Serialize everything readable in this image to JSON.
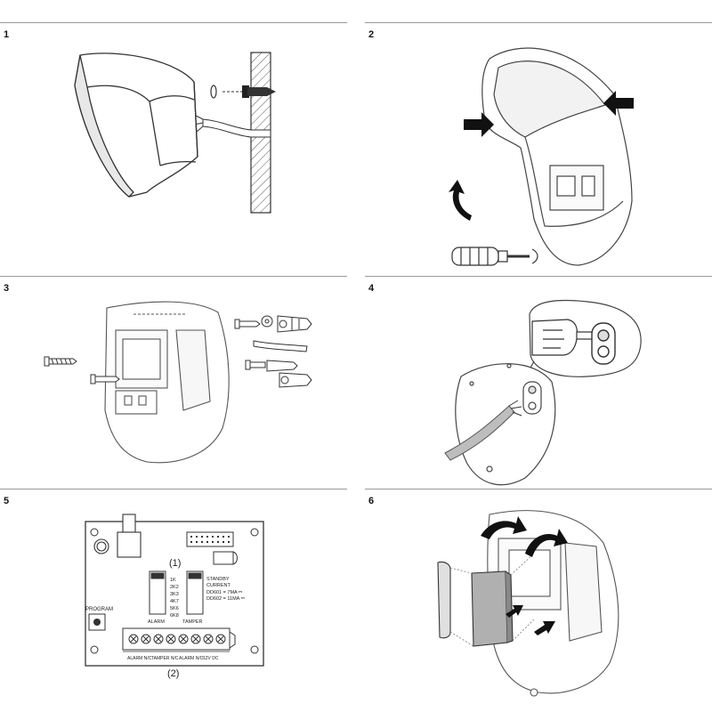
{
  "steps": [
    {
      "number": "1"
    },
    {
      "number": "2"
    },
    {
      "number": "3"
    },
    {
      "number": "4"
    },
    {
      "number": "5"
    },
    {
      "number": "6"
    }
  ],
  "board": {
    "program_label": "PROGRAM",
    "callout_1": "(1)",
    "callout_2": "(2)",
    "resistor_values": [
      "1K",
      "2K2",
      "3K3",
      "4K7",
      "5K6",
      "6K8"
    ],
    "standby_label": "STANDBY",
    "current_label": "CURRENT",
    "dd601_current": "DD601 = 7MA ⎓",
    "dd602_current": "DD602 = 11MA ⎓",
    "alarm_jumper_label": "ALARM",
    "tamper_jumper_label": "TAMPER",
    "terminal_labels": {
      "alarm_nc": "ALARM N/C",
      "tamper_nc": "TAMPER N/C",
      "alarm_no": "ALARM N/O",
      "dc_12v": "12V DC"
    }
  },
  "colors": {
    "line": "#333333",
    "rule": "#9a9a9a",
    "arrow": "#111111",
    "hatch": "#555555",
    "cable": "#bdbdbd"
  }
}
